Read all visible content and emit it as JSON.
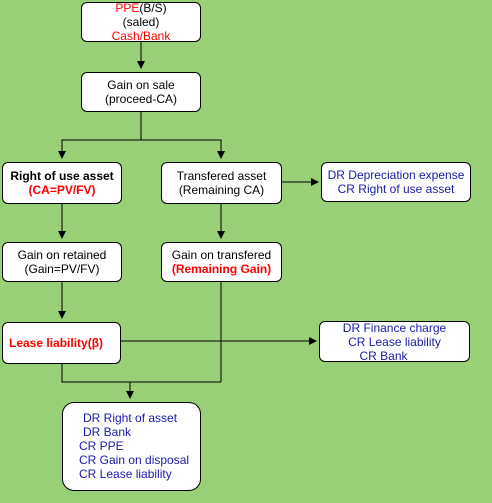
{
  "colors": {
    "background": "#97d077",
    "box_fill": "#ffffff",
    "box_border": "#000000",
    "text": "#000000",
    "highlight_red": "#ff0000",
    "entry_blue": "#1a1aa6"
  },
  "nodes": {
    "ppe": {
      "ppe_label": "PPE",
      "bs_label": "(B/S)",
      "saled_label": "(saled)",
      "cash_label": "Cash/Bank"
    },
    "gain_on_sale": {
      "line1": "Gain on sale",
      "line2": "(proceed-CA)"
    },
    "right_of_use": {
      "line1": "Right of use asset",
      "line2": "(CA=PV/FV)"
    },
    "transferred_asset": {
      "line1": "Transfered asset",
      "line2": "(Remaining CA)"
    },
    "depreciation_entry": {
      "line1": "DR Depreciation expense",
      "line2": "CR Right of use asset"
    },
    "gain_retained": {
      "line1": "Gain on retained",
      "line2": "(Gain=PV/FV)"
    },
    "gain_transferred": {
      "line1": "Gain on transfered",
      "line2": "(Remaining Gain)"
    },
    "lease_liability": {
      "label": "Lease liability(β)"
    },
    "finance_entry": {
      "line1": "DR Finance charge",
      "line2": "CR Lease liability",
      "line3": "CR Bank"
    },
    "final_entry": {
      "line1": "DR Right of asset",
      "line2": "DR Bank",
      "line3": "CR PPE",
      "line4": "CR Gain on disposal",
      "line5": "CR Lease liability"
    }
  }
}
